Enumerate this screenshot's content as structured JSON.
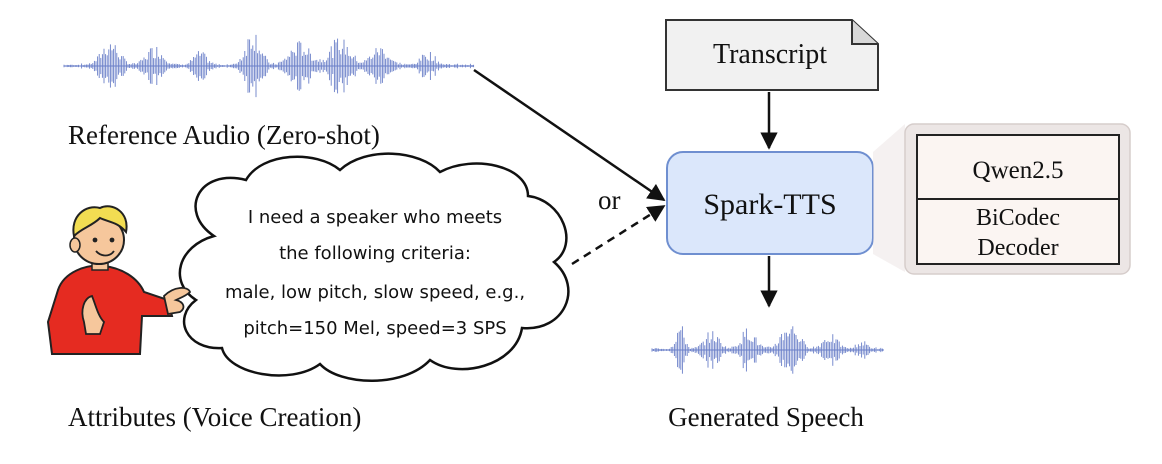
{
  "labels": {
    "reference_audio": "Reference Audio (Zero-shot)",
    "attributes": "Attributes (Voice Creation)",
    "generated_speech": "Generated Speech",
    "or": "or"
  },
  "transcript": {
    "label": "Transcript"
  },
  "spark_tts": {
    "label": "Spark-TTS"
  },
  "components": {
    "qwen": "Qwen2.5",
    "bicodec_line1": "BiCodec",
    "bicodec_line2": "Decoder"
  },
  "speech_bubble": {
    "lines": [
      "I need a speaker who meets",
      "the following criteria:",
      "male, low pitch, slow speed, e.g.,",
      "pitch=150 Mel, speed=3 SPS"
    ]
  },
  "colors": {
    "waveform": "#6a7fc8",
    "spark_fill": "#dbe7fb",
    "spark_stroke": "#6f8fd0",
    "transcript_fill": "#f1f1f1",
    "panel_fill": "#ece6e5",
    "shirt": "#e52b21",
    "hair": "#f2dd52",
    "skin": "#f6c79c"
  },
  "icons": [
    "reference-waveform-icon",
    "generated-waveform-icon",
    "person-icon",
    "document-icon"
  ]
}
